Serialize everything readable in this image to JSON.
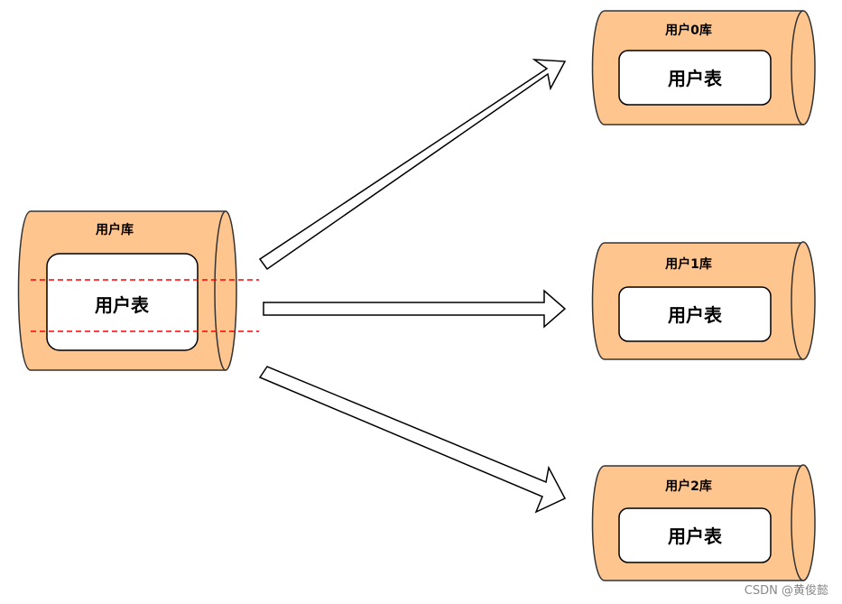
{
  "source_db": {
    "label": "用户库",
    "table_label": "用户表"
  },
  "target_dbs": [
    {
      "label": "用户0库",
      "table_label": "用户表"
    },
    {
      "label": "用户1库",
      "table_label": "用户表"
    },
    {
      "label": "用户2库",
      "table_label": "用户表"
    }
  ],
  "watermark": "CSDN @黄俊懿",
  "colors": {
    "cylinder_fill": "#FFC58F",
    "cylinder_stroke": "#333333",
    "split_line": "#FF0000",
    "table_fill": "#FFFFFF"
  }
}
